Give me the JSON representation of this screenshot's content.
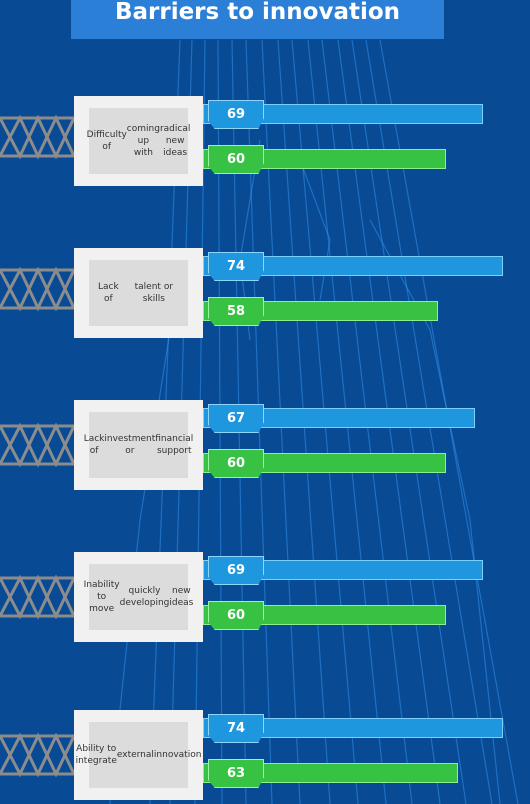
{
  "header": {
    "title": "Barriers to innovation"
  },
  "chart_data": {
    "type": "bar",
    "categories": [
      "Difficulty of coming up with radical new ideas",
      "Lack of talent or skills",
      "Lack of investment or financial support",
      "Inability to move quickly developing new ideas",
      "Ability to integrate external innovation"
    ],
    "category_lines": [
      [
        "Difficulty of",
        "coming up with",
        "radical new ideas"
      ],
      [
        "Lack of",
        "talent or skills"
      ],
      [
        "Lack of",
        "investment or",
        "financial support"
      ],
      [
        "Inability to move",
        "quickly developing",
        "new ideas"
      ],
      [
        "Ability to integrate",
        "external",
        "innovation"
      ]
    ],
    "series": [
      {
        "values": [
          69,
          74,
          67,
          69,
          74
        ]
      },
      {
        "values": [
          60,
          58,
          60,
          60,
          63
        ]
      }
    ],
    "orientation": "horizontal",
    "legend": "none",
    "colors": {
      "blue": "#1e97df",
      "green": "#37c243",
      "background": "#084a94",
      "title_bg": "#2b7fd6"
    }
  }
}
